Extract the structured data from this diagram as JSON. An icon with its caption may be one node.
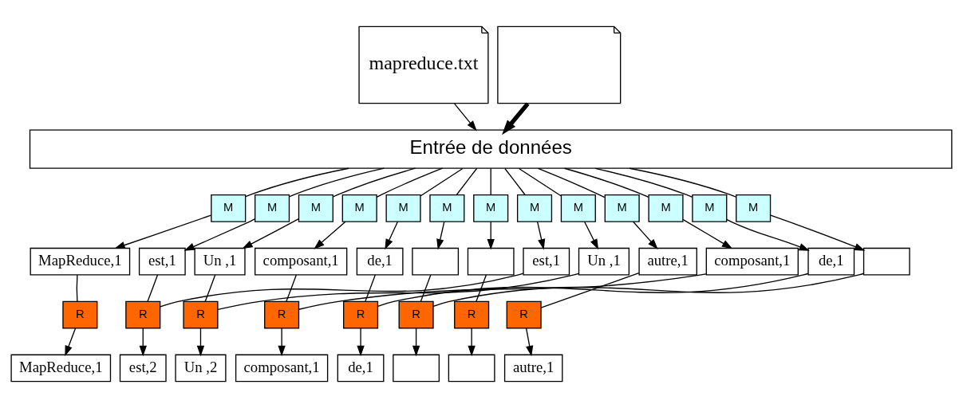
{
  "diagram": {
    "nodes": [
      {
        "text": [
          "mapreduce.txt"
        ]
      },
      {
        "text": [],
        "shape": "document"
      },
      {
        "text": [
          "Entrée de données"
        ]
      },
      {
        "text": [
          "M"
        ]
      },
      {
        "text": [
          "M"
        ]
      },
      {
        "text": [
          "M"
        ]
      },
      {
        "text": [
          "M"
        ]
      },
      {
        "text": [
          "M"
        ]
      },
      {
        "text": [
          "M"
        ]
      },
      {
        "text": [
          "M"
        ]
      },
      {
        "text": [
          "M"
        ]
      },
      {
        "text": [
          "M"
        ]
      },
      {
        "text": [
          "M"
        ]
      },
      {
        "text": [
          "M"
        ]
      },
      {
        "text": [
          "M"
        ]
      },
      {
        "text": [
          "M"
        ]
      },
      {
        "text": [
          "MapReduce,1"
        ]
      },
      {
        "text": [
          "est,1"
        ]
      },
      {
        "text": [
          "Un ,1"
        ]
      },
      {
        "text": [
          "composant,1"
        ]
      },
      {
        "text": [
          "de,1"
        ]
      },
      {
        "text": [],
        "shape": "box"
      },
      {
        "text": [],
        "shape": "box"
      },
      {
        "text": [
          "est,1"
        ]
      },
      {
        "text": [
          "Un ,1"
        ]
      },
      {
        "text": [
          "autre,1"
        ]
      },
      {
        "text": [
          "composant,1"
        ]
      },
      {
        "text": [
          "de,1"
        ]
      },
      {
        "text": [],
        "shape": "box"
      },
      {
        "text": [
          "R"
        ]
      },
      {
        "text": [
          "R"
        ]
      },
      {
        "text": [
          "R"
        ]
      },
      {
        "text": [
          "R"
        ]
      },
      {
        "text": [
          "R"
        ]
      },
      {
        "text": [
          "R"
        ]
      },
      {
        "text": [
          "R"
        ]
      },
      {
        "text": [
          "R"
        ]
      },
      {
        "text": [
          "MapReduce,1"
        ]
      },
      {
        "text": [
          "est,2"
        ]
      },
      {
        "text": [
          "Un ,2"
        ]
      },
      {
        "text": [
          "composant,1"
        ]
      },
      {
        "text": [
          "de,1"
        ]
      },
      {
        "text": [],
        "shape": "box"
      },
      {
        "text": [],
        "shape": "box"
      },
      {
        "text": [
          "autre,1"
        ]
      }
    ],
    "edges": [
      {
        "from": 0,
        "to": 2,
        "arrow": "to"
      },
      {
        "from": 1,
        "to": 2,
        "arrow": "to",
        "style": "thick"
      },
      {
        "from": 2,
        "to": 3,
        "arrow": "none"
      },
      {
        "from": 2,
        "to": 4,
        "arrow": "none"
      },
      {
        "from": 2,
        "to": 5,
        "arrow": "none"
      },
      {
        "from": 2,
        "to": 6,
        "arrow": "none"
      },
      {
        "from": 2,
        "to": 7,
        "arrow": "none"
      },
      {
        "from": 2,
        "to": 8,
        "arrow": "none"
      },
      {
        "from": 2,
        "to": 9,
        "arrow": "none"
      },
      {
        "from": 2,
        "to": 10,
        "arrow": "none"
      },
      {
        "from": 2,
        "to": 11,
        "arrow": "none"
      },
      {
        "from": 2,
        "to": 12,
        "arrow": "none"
      },
      {
        "from": 2,
        "to": 13,
        "arrow": "none"
      },
      {
        "from": 2,
        "to": 14,
        "arrow": "none"
      },
      {
        "from": 2,
        "to": 15,
        "arrow": "none"
      },
      {
        "from": 3,
        "to": 16,
        "arrow": "to"
      },
      {
        "from": 4,
        "to": 17,
        "arrow": "to"
      },
      {
        "from": 5,
        "to": 18,
        "arrow": "to"
      },
      {
        "from": 6,
        "to": 19,
        "arrow": "to"
      },
      {
        "from": 7,
        "to": 20,
        "arrow": "to"
      },
      {
        "from": 8,
        "to": 21,
        "arrow": "to"
      },
      {
        "from": 9,
        "to": 22,
        "arrow": "to"
      },
      {
        "from": 10,
        "to": 23,
        "arrow": "to"
      },
      {
        "from": 11,
        "to": 24,
        "arrow": "to"
      },
      {
        "from": 12,
        "to": 25,
        "arrow": "to"
      },
      {
        "from": 13,
        "to": 26,
        "arrow": "to"
      },
      {
        "from": 14,
        "to": 27,
        "arrow": "to"
      },
      {
        "from": 15,
        "to": 28,
        "arrow": "to"
      },
      {
        "from": 16,
        "to": 29,
        "arrow": "none"
      },
      {
        "from": 17,
        "to": 30,
        "arrow": "none"
      },
      {
        "from": 18,
        "to": 31,
        "arrow": "none"
      },
      {
        "from": 19,
        "to": 32,
        "arrow": "none"
      },
      {
        "from": 20,
        "to": 33,
        "arrow": "none"
      },
      {
        "from": 21,
        "to": 34,
        "arrow": "none"
      },
      {
        "from": 22,
        "to": 35,
        "arrow": "none"
      },
      {
        "from": 23,
        "to": 30,
        "arrow": "none"
      },
      {
        "from": 24,
        "to": 31,
        "arrow": "none"
      },
      {
        "from": 25,
        "to": 36,
        "arrow": "none"
      },
      {
        "from": 26,
        "to": 32,
        "arrow": "none"
      },
      {
        "from": 27,
        "to": 33,
        "arrow": "none"
      },
      {
        "from": 28,
        "to": 34,
        "arrow": "none"
      },
      {
        "from": 29,
        "to": 37,
        "arrow": "to"
      },
      {
        "from": 30,
        "to": 38,
        "arrow": "to"
      },
      {
        "from": 31,
        "to": 39,
        "arrow": "to"
      },
      {
        "from": 32,
        "to": 40,
        "arrow": "to"
      },
      {
        "from": 33,
        "to": 41,
        "arrow": "to"
      },
      {
        "from": 34,
        "to": 42,
        "arrow": "to"
      },
      {
        "from": 35,
        "to": 43,
        "arrow": "to"
      },
      {
        "from": 36,
        "to": 44,
        "arrow": "to"
      }
    ]
  }
}
